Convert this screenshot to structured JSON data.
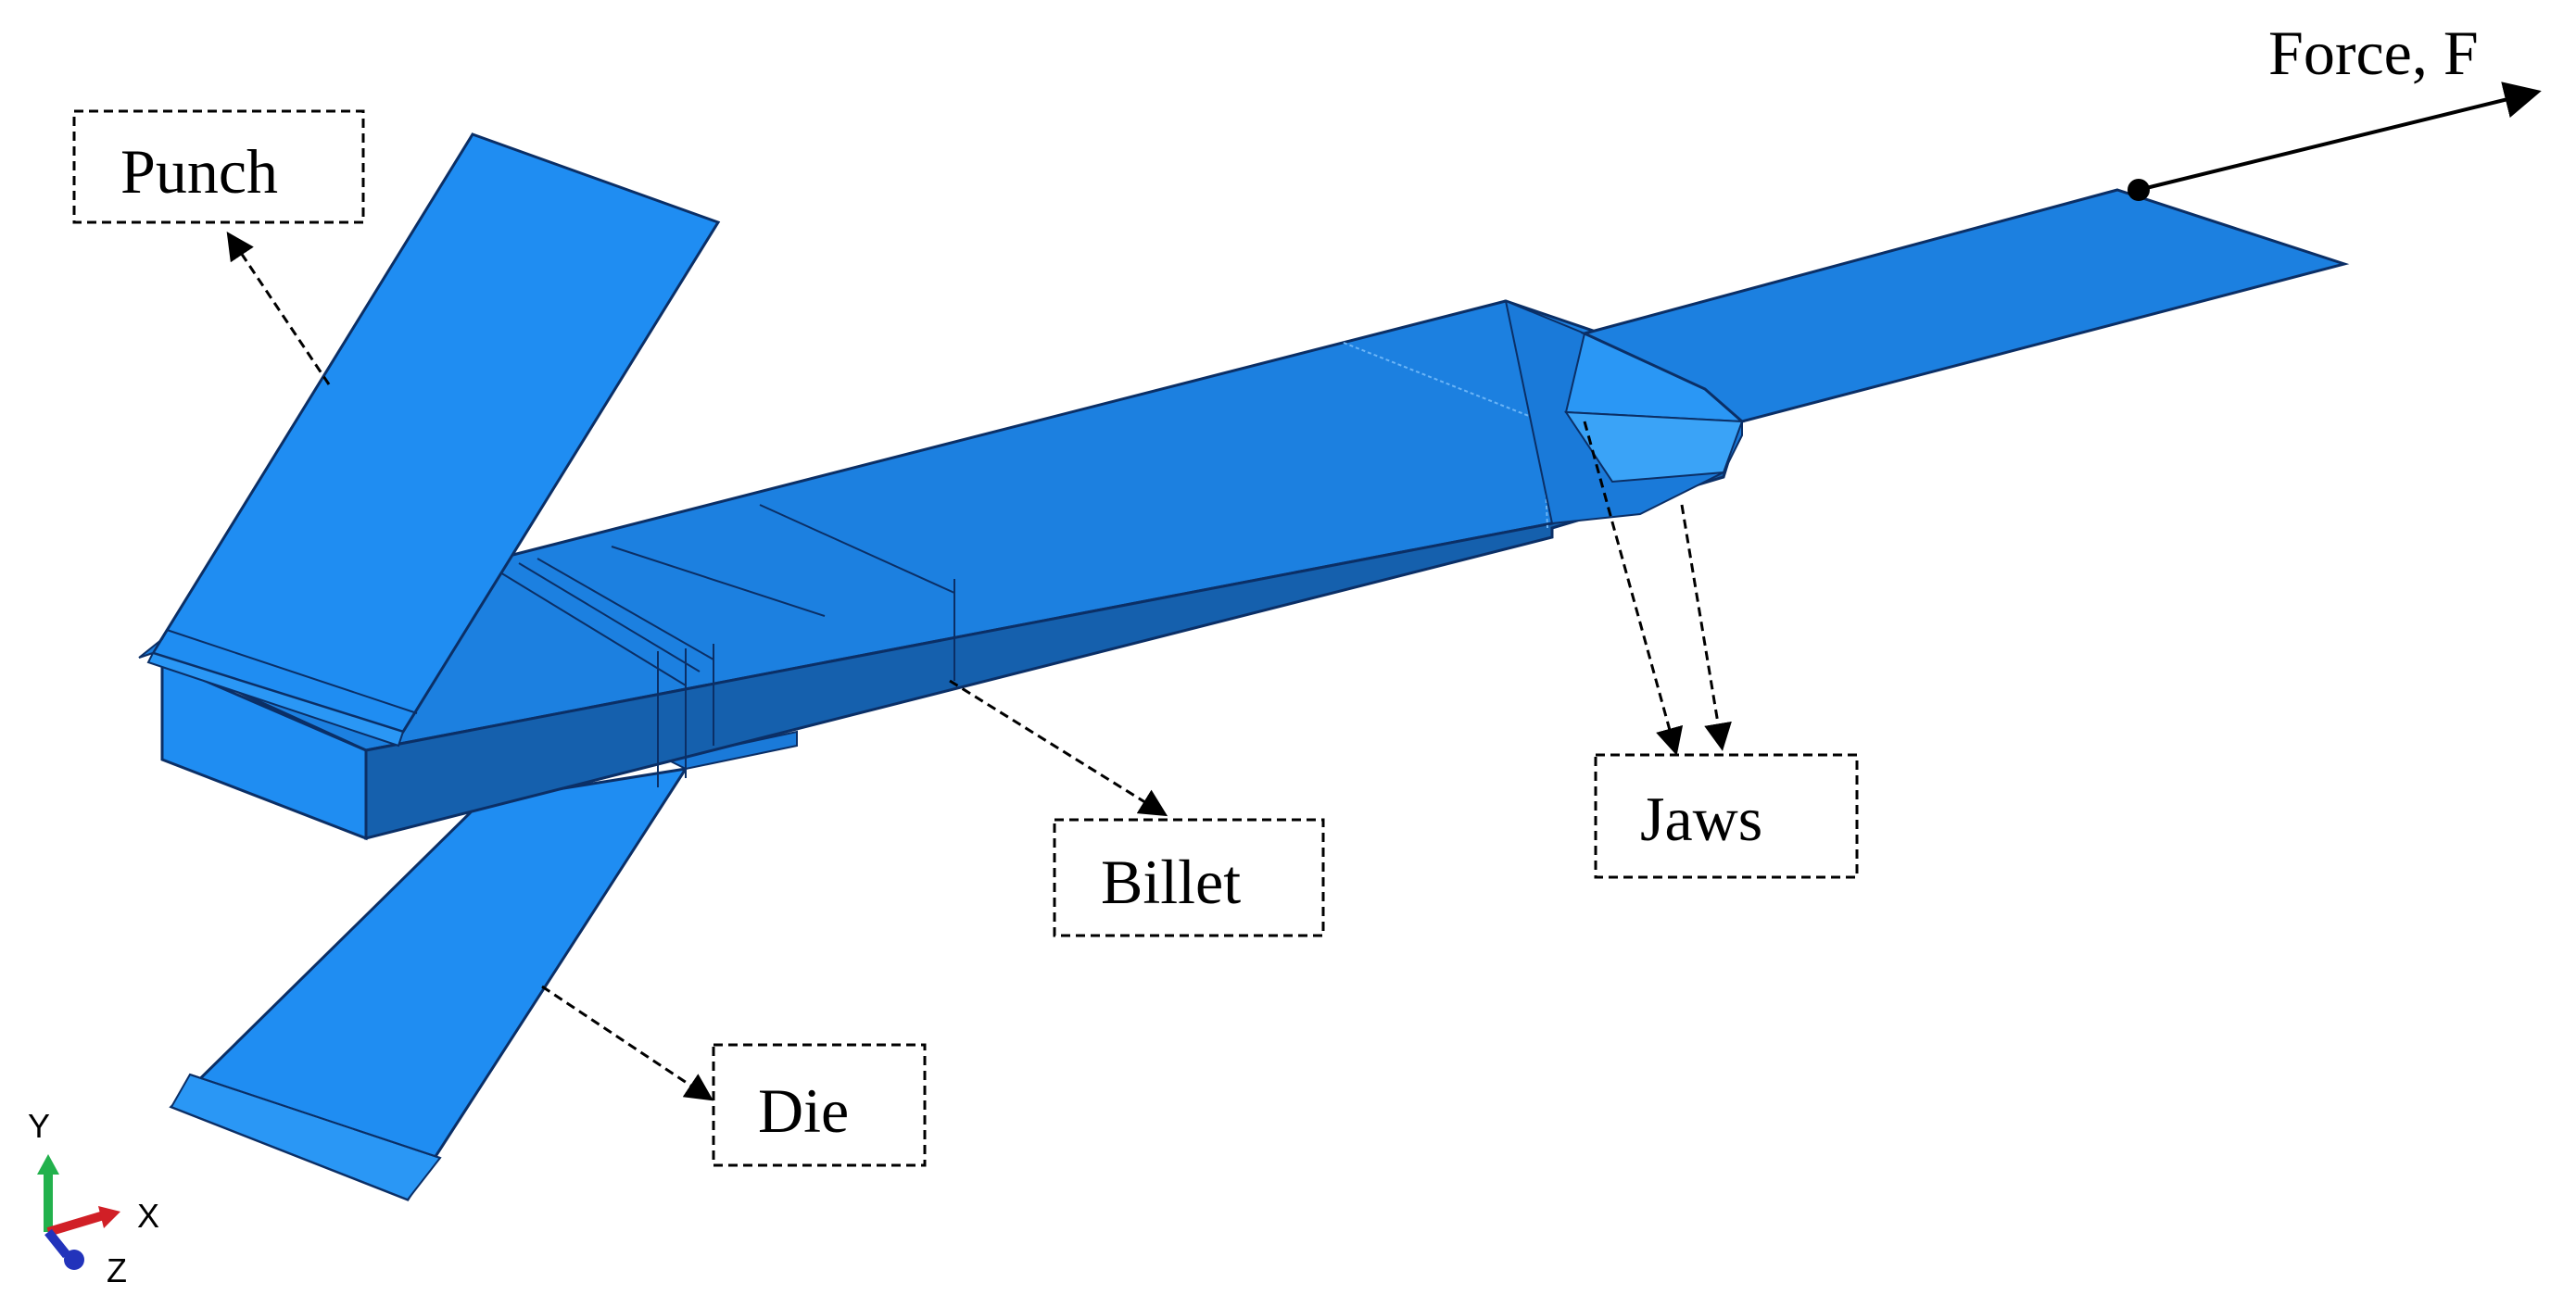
{
  "labels": {
    "punch": "Punch",
    "billet": "Billet",
    "jaws": "Jaws",
    "die": "Die",
    "force": "Force, F"
  },
  "triad": {
    "y": "Y",
    "x": "X",
    "z": "Z"
  },
  "colors": {
    "part_light": "#1f8df2",
    "part_mid": "#1a7ad9",
    "part_dark": "#1560ad",
    "edge": "#0b2f66",
    "axis_y": "#22b14c",
    "axis_x": "#d11f26",
    "axis_z": "#2233bb"
  }
}
